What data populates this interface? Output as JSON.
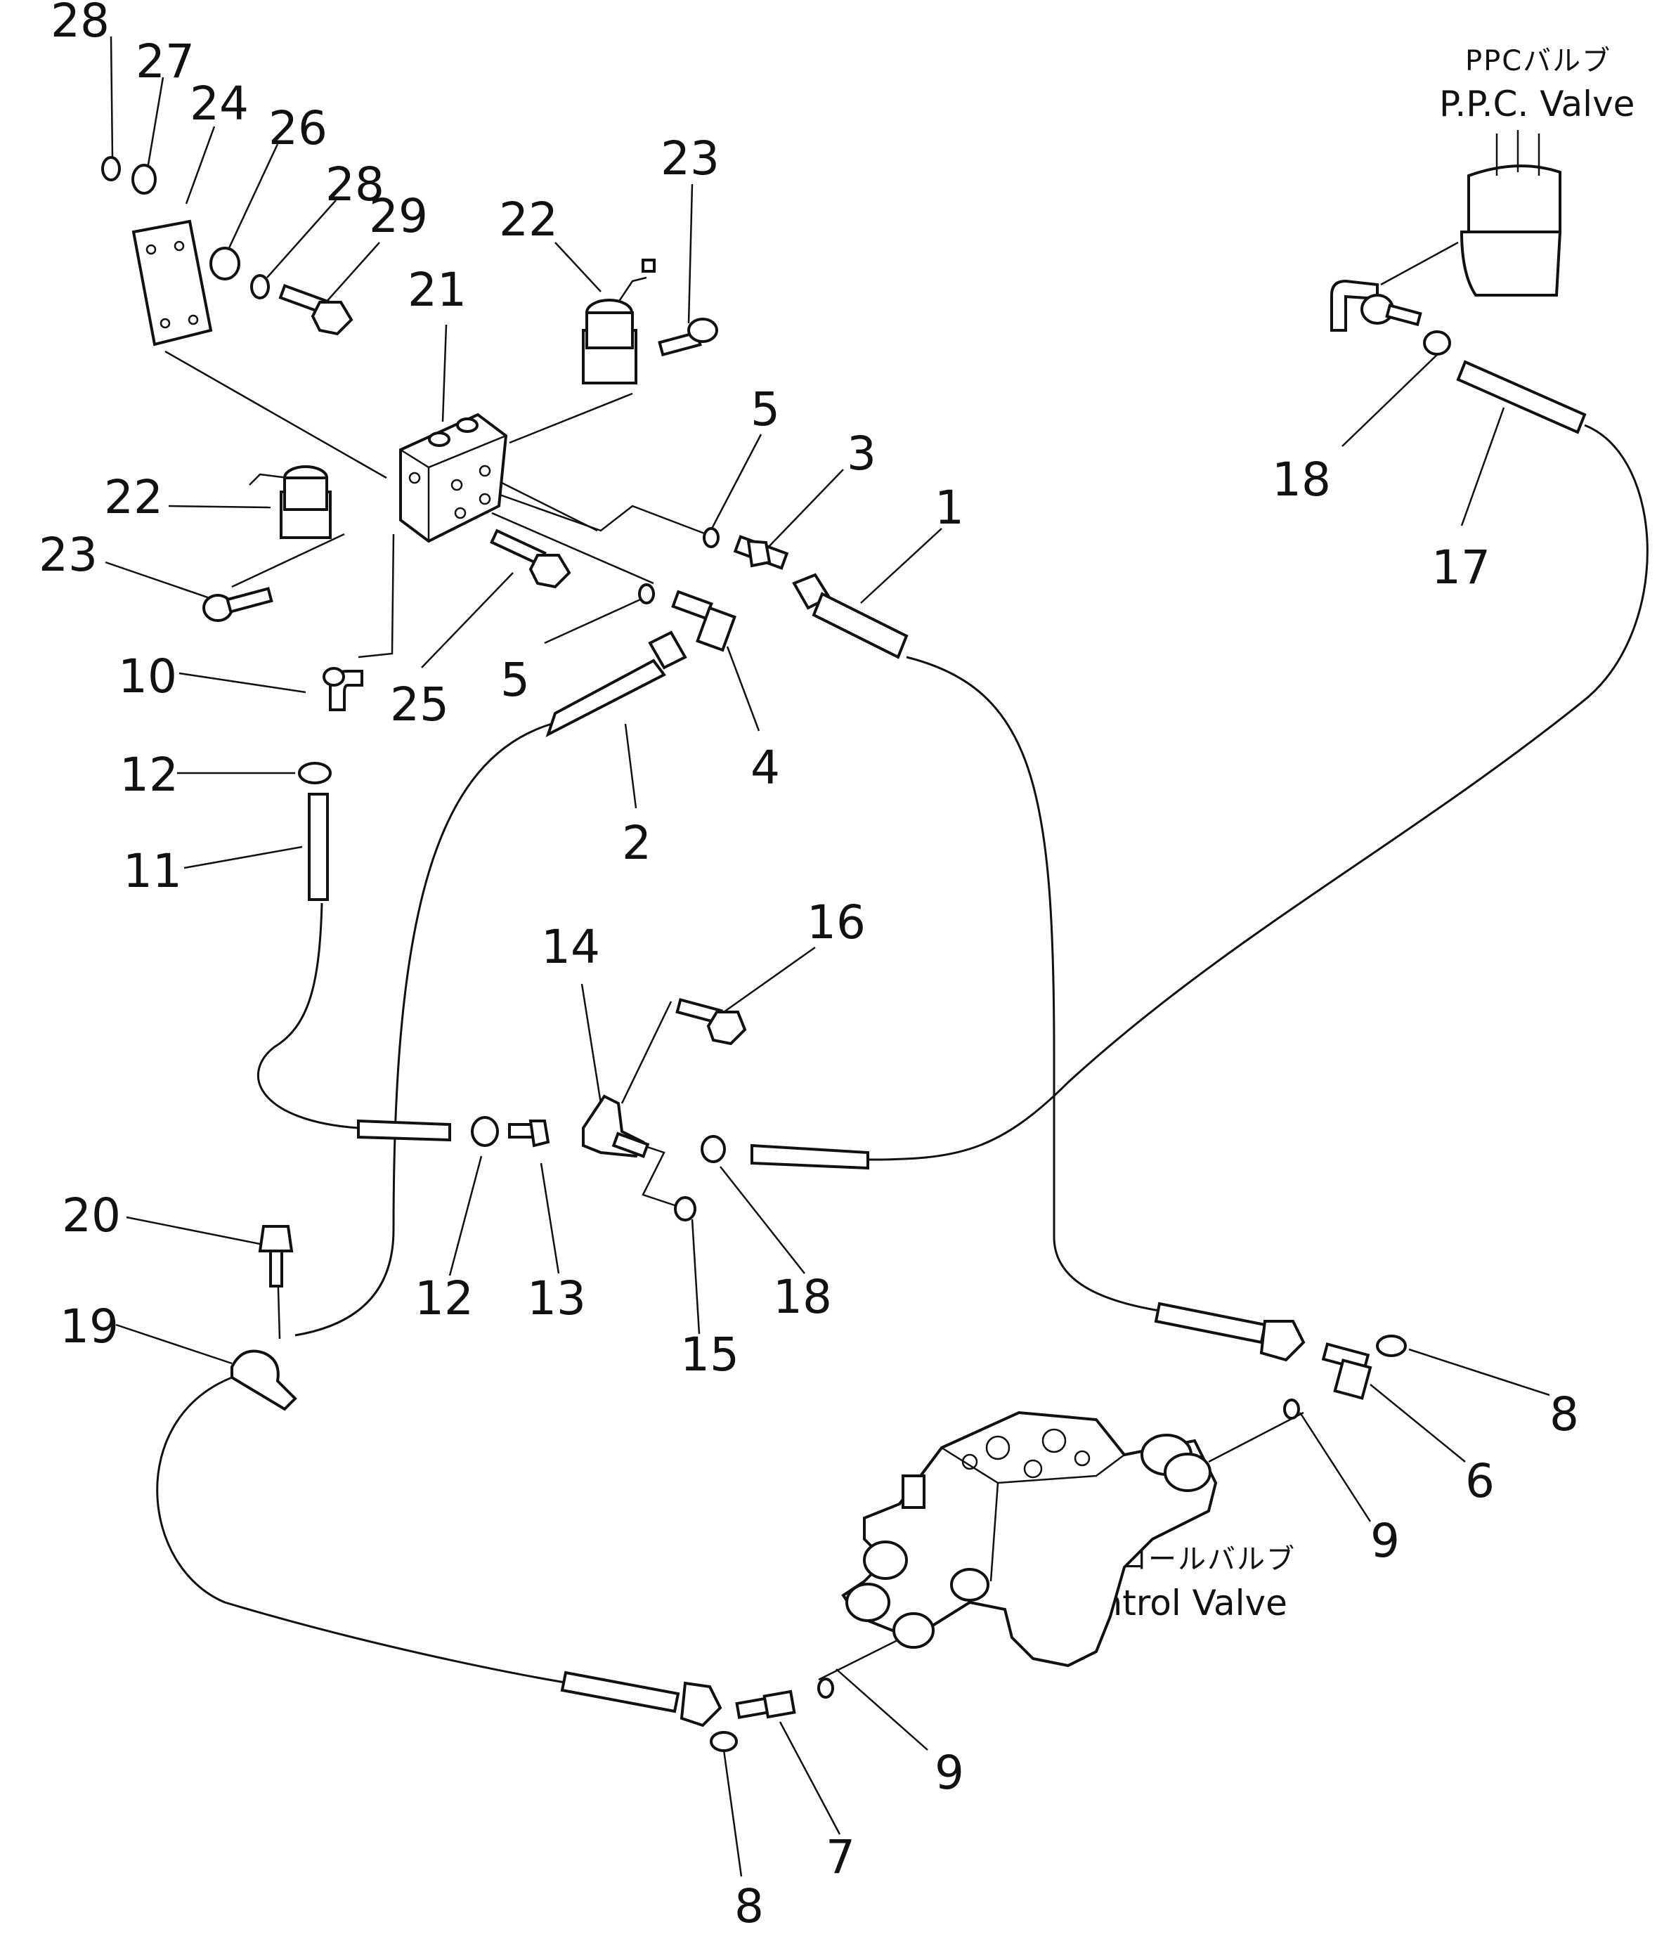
{
  "captions": {
    "ppc_valve_jp": "PPCバルブ",
    "ppc_valve_en": "P.P.C. Valve",
    "control_valve_jp": "コントロールバルブ",
    "control_valve_en": "Control Valve"
  },
  "part_numbers": [
    {
      "id": "p28a",
      "text": "28"
    },
    {
      "id": "p27",
      "text": "27"
    },
    {
      "id": "p24",
      "text": "24"
    },
    {
      "id": "p26",
      "text": "26"
    },
    {
      "id": "p28b",
      "text": "28"
    },
    {
      "id": "p29",
      "text": "29"
    },
    {
      "id": "p21",
      "text": "21"
    },
    {
      "id": "p22a",
      "text": "22"
    },
    {
      "id": "p23a",
      "text": "23"
    },
    {
      "id": "p22b",
      "text": "22"
    },
    {
      "id": "p23b",
      "text": "23"
    },
    {
      "id": "p5a",
      "text": "5"
    },
    {
      "id": "p3",
      "text": "3"
    },
    {
      "id": "p1",
      "text": "1"
    },
    {
      "id": "p10",
      "text": "10"
    },
    {
      "id": "p25",
      "text": "25"
    },
    {
      "id": "p5b",
      "text": "5"
    },
    {
      "id": "p4",
      "text": "4"
    },
    {
      "id": "p12a",
      "text": "12"
    },
    {
      "id": "p11",
      "text": "11"
    },
    {
      "id": "p2",
      "text": "2"
    },
    {
      "id": "p18a",
      "text": "18"
    },
    {
      "id": "p17",
      "text": "17"
    },
    {
      "id": "p14",
      "text": "14"
    },
    {
      "id": "p16",
      "text": "16"
    },
    {
      "id": "p20",
      "text": "20"
    },
    {
      "id": "p19",
      "text": "19"
    },
    {
      "id": "p12b",
      "text": "12"
    },
    {
      "id": "p13",
      "text": "13"
    },
    {
      "id": "p15",
      "text": "15"
    },
    {
      "id": "p18b",
      "text": "18"
    },
    {
      "id": "p8a",
      "text": "8"
    },
    {
      "id": "p6",
      "text": "6"
    },
    {
      "id": "p9a",
      "text": "9"
    },
    {
      "id": "p9b",
      "text": "9"
    },
    {
      "id": "p7",
      "text": "7"
    },
    {
      "id": "p8b",
      "text": "8"
    }
  ]
}
